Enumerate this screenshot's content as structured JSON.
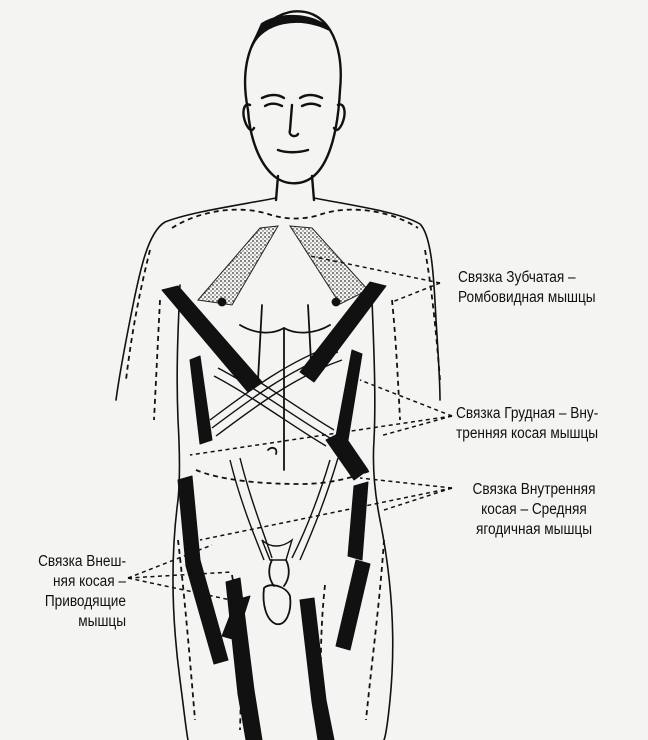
{
  "labels": {
    "serratus_rhomboid": {
      "line1": "Связка Зубчатая –",
      "line2": "Ромбовидная мышцы"
    },
    "pectoral_internal_oblique": {
      "line1": "Связка Грудная – Вну-",
      "line2": "тренняя косая мышцы"
    },
    "internal_oblique_gluteus": {
      "line1": "Связка Внутренняя",
      "line2": "косая – Средняя",
      "line3": "ягодичная мышцы"
    },
    "external_oblique_adductors": {
      "line1": "Связка Внеш-",
      "line2": "няя косая –",
      "line3": "Приводящие",
      "line4": "мышцы"
    }
  },
  "colors": {
    "ink": "#111111",
    "paper": "#f4f4f2",
    "stipple": "#555555"
  }
}
